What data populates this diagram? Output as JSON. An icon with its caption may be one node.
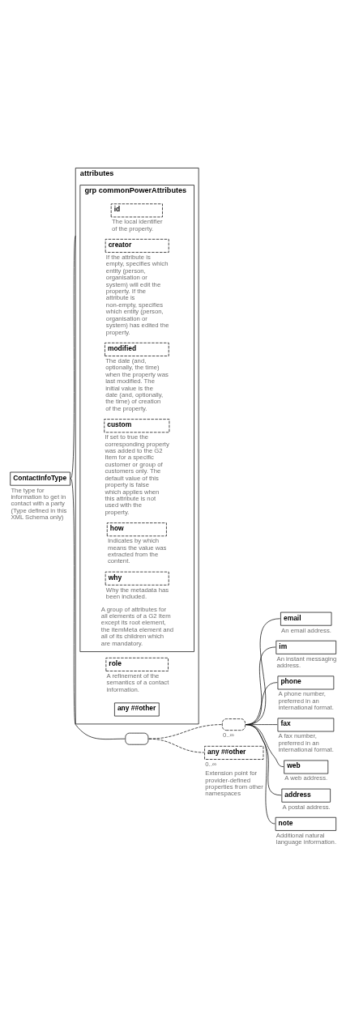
{
  "diagram": {
    "nodes": [
      {
        "text": [
          "ContactInfoType"
        ],
        "beside": [
          "The type for information to get in contact with a party (Type defined in this XML Schema only)"
        ]
      },
      {
        "text": [
          "attributes"
        ]
      },
      {
        "text": [
          "grp commonPowerAttributes"
        ],
        "in": 1,
        "beside": [
          "A group of attributes for all elements of a G2 Item except its root element, the itemMeta element and all of its children which are mandatory."
        ]
      },
      {
        "text": [
          "id"
        ],
        "in": 2,
        "beside": [
          "The local identifier of the property."
        ]
      },
      {
        "text": [
          "creator"
        ],
        "in": 2,
        "beside": [
          "If the attribute is empty, specifies which entity (person, organisation or system) will edit the property. If the attribute is non-empty, specifies which entity (person, organisation or system) has edited the property."
        ]
      },
      {
        "text": [
          "modified"
        ],
        "in": 2,
        "beside": [
          "The date (and, optionally, the time) when the property was last modified. The initial value is the date (and, optionally, the time) of creation of the property."
        ]
      },
      {
        "text": [
          "custom"
        ],
        "in": 2,
        "beside": [
          "If set to true the corresponding property was added to the G2 Item for a specific customer or group of customers only. The default value of this property is false which applies when this attribute is not used with the property."
        ]
      },
      {
        "text": [
          "how"
        ],
        "in": 2,
        "beside": [
          "Indicates by which means the value was extracted from the content."
        ]
      },
      {
        "text": [
          "why"
        ],
        "in": 2,
        "beside": [
          "Why the metadata has been included."
        ]
      },
      {
        "text": [
          "role"
        ],
        "in": 1,
        "beside": [
          "A refinement of the semantics of a contact information."
        ]
      },
      {
        "text": [
          "any ##other"
        ],
        "in": 1
      },
      {
        "text": [],
        "shape": "octagon"
      },
      {
        "text": [],
        "shape": "octagon",
        "beside": [
          "0..∞"
        ]
      },
      {
        "text": [
          "email"
        ],
        "beside": [
          "An email address."
        ]
      },
      {
        "text": [
          "im"
        ],
        "beside": [
          "An instant messaging address."
        ]
      },
      {
        "text": [
          "phone"
        ],
        "beside": [
          "A phone number, preferred in an international format."
        ]
      },
      {
        "text": [
          "fax"
        ],
        "beside": [
          "A fax number, preferred in an international format."
        ]
      },
      {
        "text": [
          "web"
        ],
        "beside": [
          "A web address."
        ]
      },
      {
        "text": [
          "address"
        ],
        "beside": [
          "A postal address."
        ]
      },
      {
        "text": [
          "note"
        ],
        "beside": [
          "Additional natural language information."
        ]
      },
      {
        "text": [
          "any ##other"
        ],
        "beside": [
          "0..∞",
          "Extension point for provider-defined properties from other namespaces"
        ]
      }
    ],
    "edges": [
      {
        "from": 0,
        "to": 1,
        "arrow": "none"
      },
      {
        "from": 0,
        "to": 11,
        "arrow": "none"
      },
      {
        "from": 11,
        "to": 12,
        "arrow": "none",
        "style": "dashed"
      },
      {
        "from": 11,
        "to": 20,
        "arrow": "none",
        "style": "dashed"
      },
      {
        "from": 12,
        "to": 13,
        "arrow": "none"
      },
      {
        "from": 12,
        "to": 14,
        "arrow": "none"
      },
      {
        "from": 12,
        "to": 15,
        "arrow": "none"
      },
      {
        "from": 12,
        "to": 16,
        "arrow": "none"
      },
      {
        "from": 12,
        "to": 17,
        "arrow": "none"
      },
      {
        "from": 12,
        "to": 18,
        "arrow": "none"
      },
      {
        "from": 12,
        "to": 19,
        "arrow": "none"
      }
    ]
  }
}
